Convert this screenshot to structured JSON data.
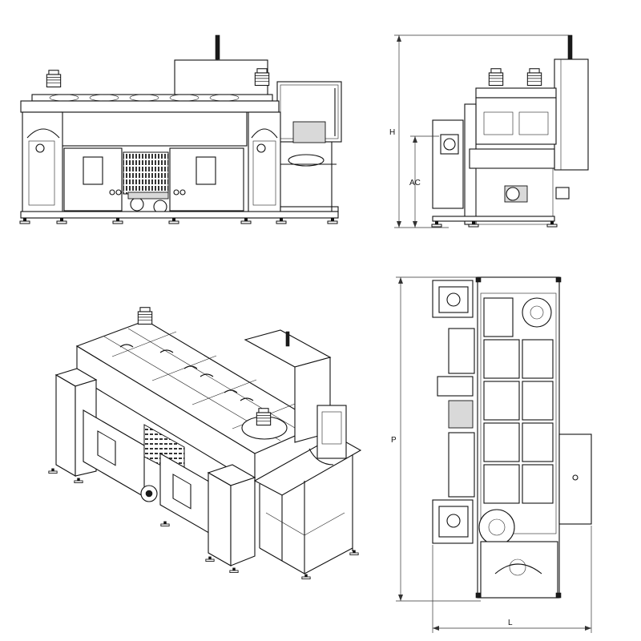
{
  "dimensions": {
    "height_label": "H",
    "ac_label": "AC",
    "depth_label": "P",
    "length_label": "L"
  }
}
